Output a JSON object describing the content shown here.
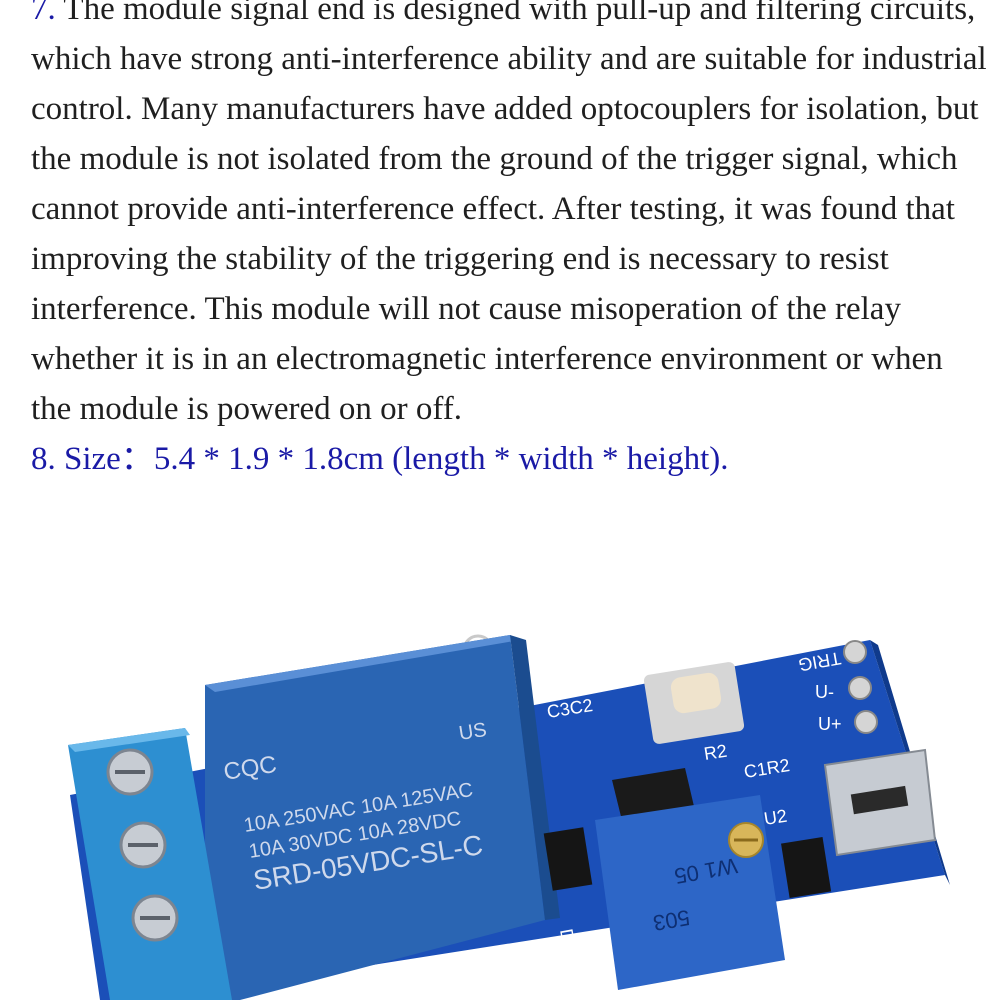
{
  "description": {
    "item7": {
      "number": "7.",
      "text": "The module signal end is designed with pull-up and filtering circuits, which have strong anti-interference ability and are suitable for industrial control. Many manufacturers have added optocouplers for isolation, but the module is not isolated from the ground of the trigger signal, which cannot provide anti-interference effect. After testing, it was found that improving the stability of the triggering end is necessary to resist interference. This module will not cause misoperation of the relay whether it is in an electromagnetic interference environment or when the module is powered on or off."
    },
    "item8": {
      "number": "8.",
      "text": "Size：5.4 * 1.9 * 1.8cm (length * width * height)."
    }
  },
  "photo": {
    "relay": {
      "line1": "10A 250VAC  10A 125VAC",
      "line2": "10A  30VDC  10A  28VDC",
      "model": "SRD-05VDC-SL-C",
      "cert1": "CQC",
      "cert2": "US"
    },
    "pcb_labels": {
      "trig": "TRIG",
      "u_minus": "U-",
      "u_plus": "U+",
      "c3c2": "C3C2",
      "r2": "R2",
      "c1r2": "C1R2",
      "u2": "U2",
      "w1": "W1 05",
      "d2": "D2",
      "pot_code": "503"
    },
    "colors": {
      "pcb": "#1b4fb8",
      "relay": "#2a65b3",
      "terminal": "#2d8fd1"
    }
  }
}
